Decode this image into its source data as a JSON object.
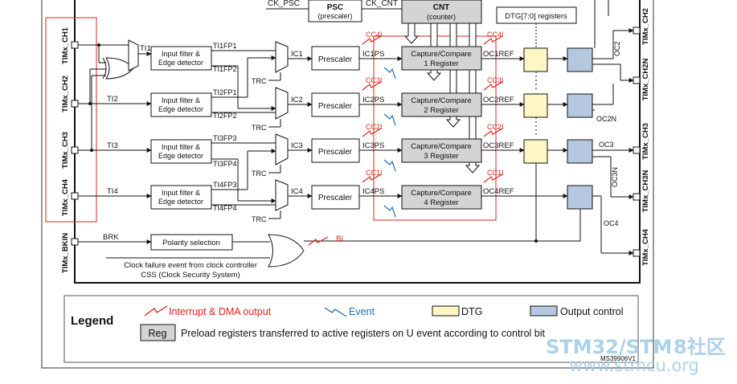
{
  "pins": {
    "ch1": "TIMx_CH1",
    "ch2": "TIMx_CH2",
    "ch3": "TIMx_CH3",
    "ch4": "TIMx_CH4",
    "bkin": "TIMx_BKIN",
    "out_ch2": "TIMx_CH2",
    "out_ch2n": "TIMx_CH2N",
    "out_ch3": "TIMx_CH3",
    "out_ch3n": "TIMx_CH3N",
    "out_ch4": "TIMx_CH4"
  },
  "top": {
    "ck_psc": "CK_PSC",
    "psc_title": "PSC",
    "psc_sub": "(prescaler)",
    "ck_cnt": "CK_CNT",
    "cnt_title": "CNT",
    "cnt_sub": "(counter)",
    "dtg_regs": "DTG[7:0] registers"
  },
  "blocks": {
    "filter_line1": "Input filter &",
    "filter_line2": "Edge detector",
    "prescaler": "Prescaler",
    "cc_line1": "Capture/Compare",
    "cc1": "1 Register",
    "cc2": "2 Register",
    "cc3": "3 Register",
    "cc4": "4 Register",
    "polarity": "Polarity selection"
  },
  "signals": {
    "ti1": "TI1",
    "ti2": "TI2",
    "ti3": "TI3",
    "ti4": "TI4",
    "ti1fp1": "TI1FP1",
    "ti1fp2": "TI1FP2",
    "ti2fp1": "TI2FP1",
    "ti2fp2": "TI2FP2",
    "ti3fp3": "TI3FP3",
    "ti3fp4": "TI3FP4",
    "ti4fp3": "TI4FP3",
    "ti4fp4": "TI4FP4",
    "trc": "TRC",
    "ic1": "IC1",
    "ic2": "IC2",
    "ic3": "IC3",
    "ic4": "IC4",
    "ic1ps": "IC1PS",
    "ic2ps": "IC2PS",
    "ic3ps": "IC3PS",
    "ic4ps": "IC4PS",
    "oc1ref": "OC1REF",
    "oc2ref": "OC2REF",
    "oc3ref": "OC3REF",
    "oc4ref": "OC4REF",
    "cc1i": "CC1I",
    "cc2i": "CC2I",
    "cc3i": "CC3I",
    "cc4i": "CC4I",
    "oc2": "OC2",
    "oc2n": "OC2N",
    "oc3": "OC3",
    "oc3n": "OC3N",
    "oc4": "OC4",
    "brk": "BRK",
    "bi": "BI",
    "clock_fail_1": "Clock failure event from clock controller",
    "clock_fail_2": "CSS (Clock Security System)"
  },
  "legend": {
    "title": "Legend",
    "interrupt": "Interrupt & DMA output",
    "event": "Event",
    "dtg": "DTG",
    "output_control": "Output control",
    "reg": "Reg",
    "reg_desc": "Preload registers transferred to active registers on U event according to control bit"
  },
  "ref_code": "MS39906V1",
  "watermark": {
    "line1_a": "STM32/STM",
    "line1_b": "8社区",
    "line2": "www.stmcu.org"
  },
  "colors": {
    "interrupt": "#e2231a",
    "event": "#1f6fb2",
    "dtg": "#fdf7c3",
    "output_control": "#b6c8df",
    "register": "#d4d4d4",
    "watermark": "#9ec9e6"
  }
}
